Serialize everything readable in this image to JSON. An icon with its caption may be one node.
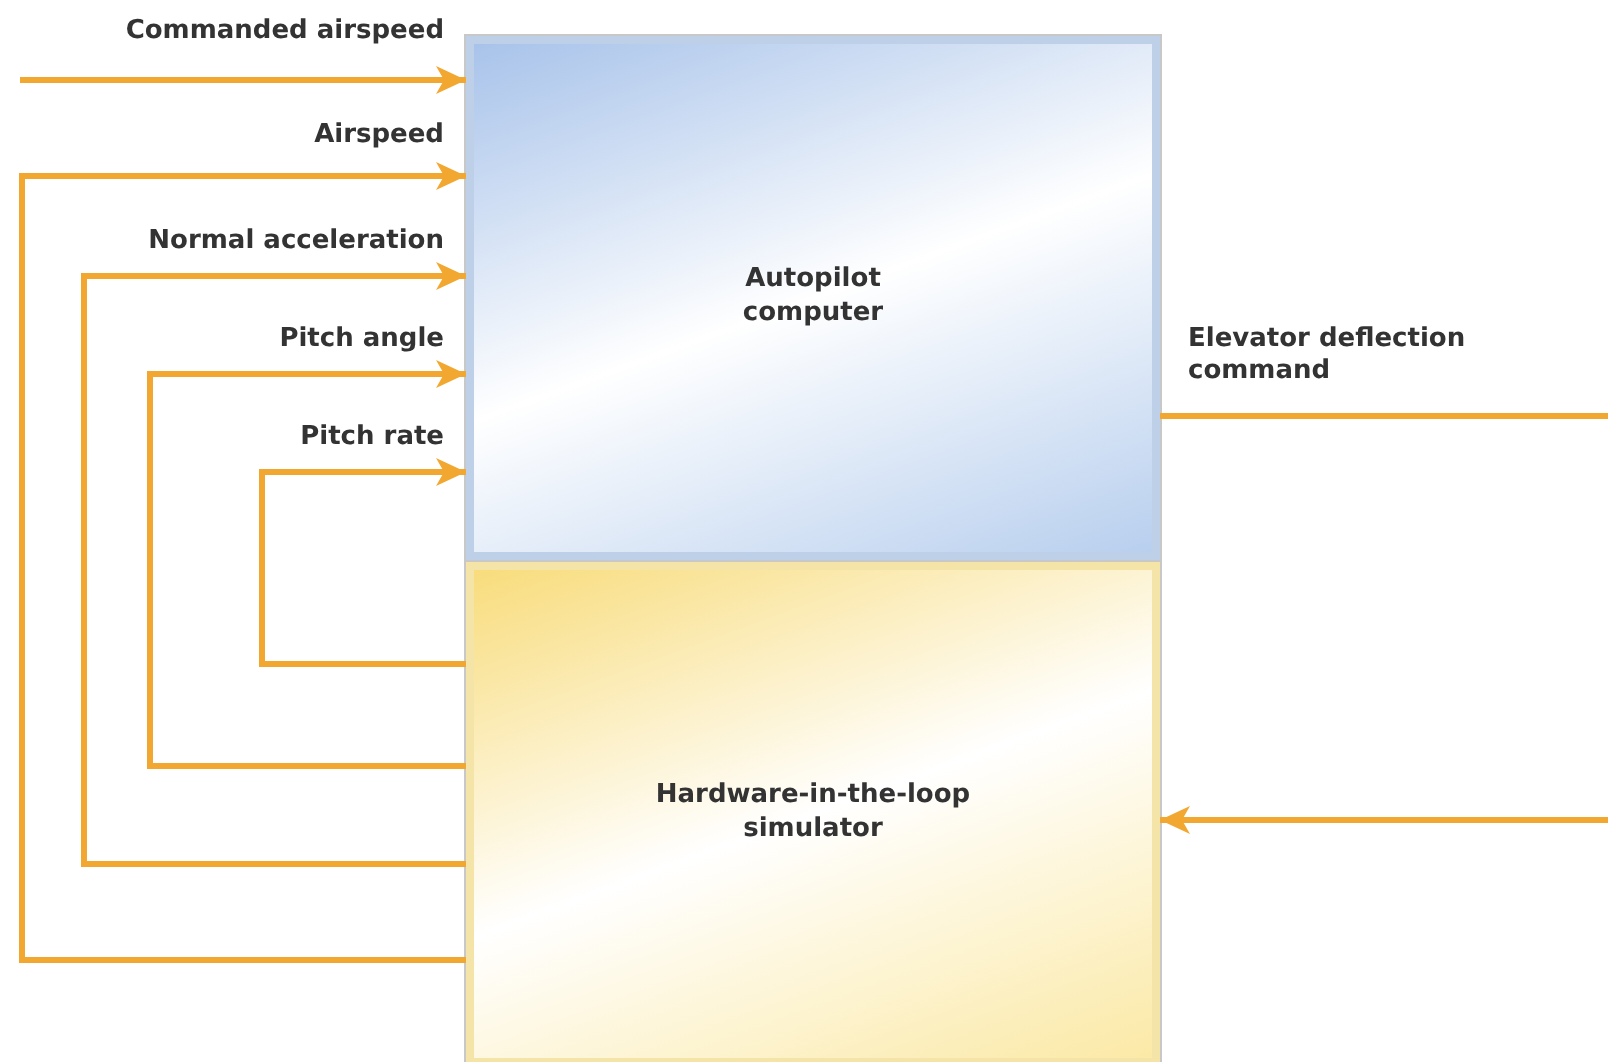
{
  "diagram": {
    "nodes": [
      {
        "text": [
          "Autopilot computer"
        ]
      },
      {
        "text": [
          "Hardware-in-the-loop simulator"
        ]
      }
    ],
    "edges": [
      {
        "from": null,
        "to": 0,
        "arrow": "to",
        "label": "Commanded airspeed"
      },
      {
        "from": 1,
        "to": 0,
        "arrow": "to",
        "label": "Airspeed"
      },
      {
        "from": 1,
        "to": 0,
        "arrow": "to",
        "label": "Normal acceleration"
      },
      {
        "from": 1,
        "to": 0,
        "arrow": "to",
        "label": "Pitch angle"
      },
      {
        "from": 1,
        "to": 0,
        "arrow": "to",
        "label": "Pitch rate"
      },
      {
        "from": 0,
        "to": null,
        "arrow": "none",
        "label": "Elevator deflection command"
      },
      {
        "from": null,
        "to": 1,
        "arrow": "to"
      }
    ]
  }
}
